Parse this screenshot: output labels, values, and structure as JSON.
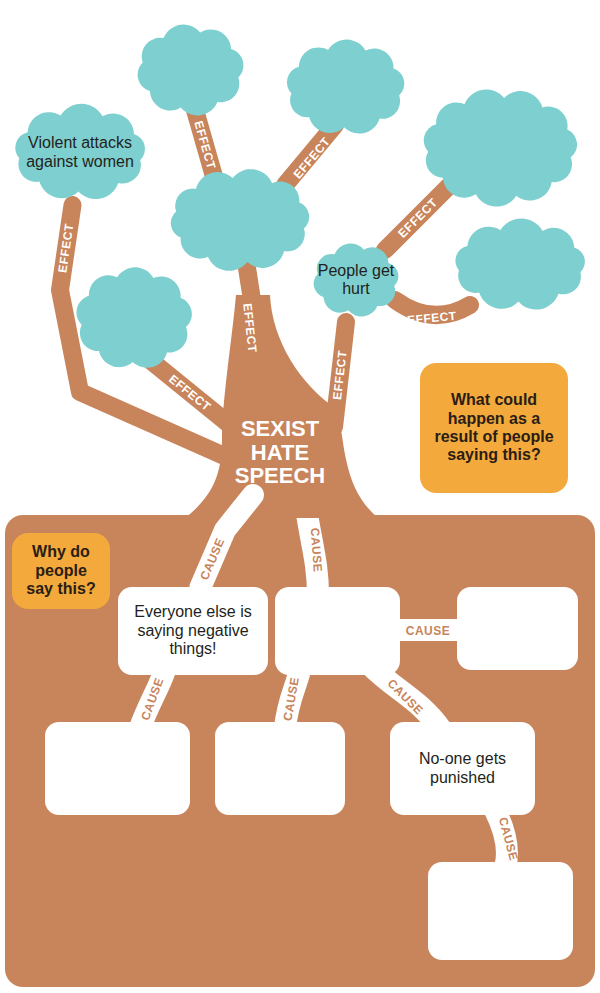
{
  "diagram": {
    "nodes": [
      {
        "text": [
          "Violent attacks against women"
        ]
      },
      {
        "text": [
          "People get hurt"
        ]
      },
      {
        "text": [
          "What could happen as a result of people saying this?"
        ]
      },
      {
        "text": [
          "SEXIST HATE SPEECH"
        ]
      },
      {
        "text": [
          "Why do people say this?"
        ]
      },
      {
        "text": [
          "Everyone else is saying negative things!"
        ]
      },
      {
        "text": [
          "No-one gets punished"
        ]
      }
    ],
    "edges": [
      {
        "from": 3,
        "to": 0,
        "arrow": "none",
        "label": "EFFECT"
      },
      {
        "from": 3,
        "to": 1,
        "arrow": "none",
        "label": "EFFECT"
      },
      {
        "from": 3,
        "to": 5,
        "arrow": "none",
        "label": "CAUSE"
      }
    ],
    "labels": [
      "EFFECT",
      "EFFECT",
      "EFFECT",
      "EFFECT",
      "EFFECT",
      "EFFECT",
      "CAUSE",
      "CAUSE",
      "CAUSE",
      "CAUSE",
      "CAUSE",
      "CAUSE"
    ]
  }
}
